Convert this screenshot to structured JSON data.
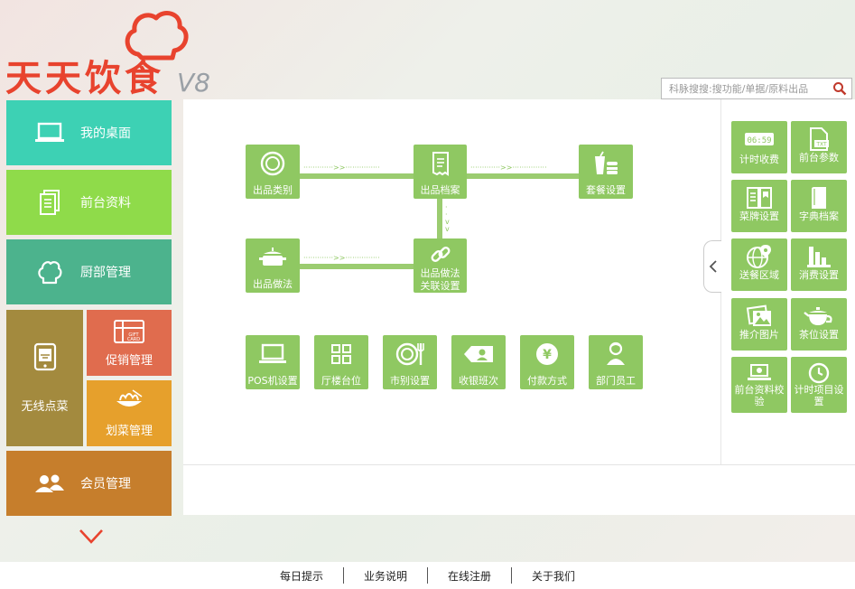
{
  "brand": {
    "name": "天天饮食",
    "version": "V8",
    "accent": "#e8432e"
  },
  "search": {
    "placeholder": "科脉搜搜:搜功能/单据/原料出品"
  },
  "sidebar": {
    "items": [
      {
        "label": "我的桌面",
        "icon": "laptop-icon",
        "color": "#3dd1b4"
      },
      {
        "label": "前台资料",
        "icon": "documents-icon",
        "color": "#8fdb4a"
      },
      {
        "label": "厨部管理",
        "icon": "chef-hat-icon",
        "color": "#4cb38d"
      },
      {
        "label": "无线点菜",
        "icon": "tablet-icon",
        "color": "#a38a3e"
      },
      {
        "label": "促销管理",
        "icon": "gift-card-icon",
        "color": "#e06c4e"
      },
      {
        "label": "划菜管理",
        "icon": "noodles-icon",
        "color": "#e6a02c"
      },
      {
        "label": "会员管理",
        "icon": "members-icon",
        "color": "#c67e2c"
      }
    ]
  },
  "flow": {
    "nodes": [
      {
        "label": "出品类别",
        "icon": "plate-icon"
      },
      {
        "label": "出品档案",
        "icon": "receipt-icon"
      },
      {
        "label": "套餐设置",
        "icon": "combo-meal-icon"
      },
      {
        "label": "出品做法",
        "icon": "pot-icon"
      },
      {
        "label": "出品做法",
        "label2": "关联设置",
        "icon": "link-icon"
      }
    ],
    "arrow_text": "·············>>···············"
  },
  "settings": [
    {
      "label": "POS机设置",
      "icon": "laptop-icon"
    },
    {
      "label": "厅楼台位",
      "icon": "grid-icon"
    },
    {
      "label": "市别设置",
      "icon": "dining-icon"
    },
    {
      "label": "收银班次",
      "icon": "cashier-icon"
    },
    {
      "label": "付款方式",
      "icon": "yuan-icon"
    },
    {
      "label": "部门员工",
      "icon": "staff-icon"
    }
  ],
  "right_panel": [
    {
      "label": "计时收费",
      "icon": "timer-display-icon",
      "icon_text": "06:59"
    },
    {
      "label": "前台参数",
      "icon": "txt-file-icon",
      "icon_text": "TXT"
    },
    {
      "label": "菜牌设置",
      "icon": "menu-book-icon"
    },
    {
      "label": "字典档案",
      "icon": "book-icon"
    },
    {
      "label": "送餐区域",
      "icon": "globe-pin-icon"
    },
    {
      "label": "消费设置",
      "icon": "bar-chart-icon"
    },
    {
      "label": "推介图片",
      "icon": "picture-icon"
    },
    {
      "label": "茶位设置",
      "icon": "teapot-icon"
    },
    {
      "label": "前台资料校验",
      "icon": "verify-icon"
    },
    {
      "label": "计时项目设置",
      "icon": "clock-icon"
    }
  ],
  "footer": {
    "links": [
      "每日提示",
      "业务说明",
      "在线注册",
      "关于我们"
    ]
  },
  "colors": {
    "green_button": "#8fc862",
    "panel_bg": "#ffffff"
  }
}
